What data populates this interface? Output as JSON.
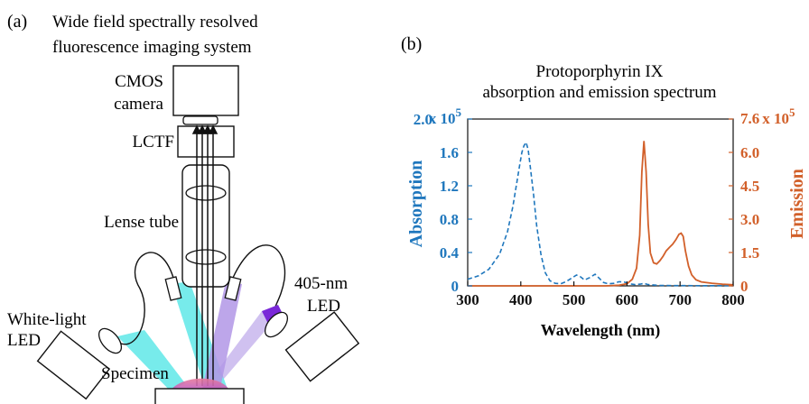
{
  "panel_a": {
    "label": "(a)",
    "title_line1": "Wide field spectrally resolved",
    "title_line2": "fluorescence imaging system",
    "camera_label_line1": "CMOS",
    "camera_label_line2": "camera",
    "filter_label": "LCTF",
    "tube_label": "Lense tube",
    "led_right_line1": "405-nm",
    "led_right_line2": "LED",
    "led_left_line1": "White-light",
    "led_left_line2": "LED",
    "specimen_label": "Specimen",
    "colors": {
      "white_beam": "#5fe8e8",
      "violet_beam": "#b197e6",
      "violet_led": "#7a28d8",
      "specimen": "#e0607a"
    }
  },
  "panel_b": {
    "label": "(b)",
    "colors": {
      "absorption": "#1f77bd",
      "emission": "#d2602a"
    }
  },
  "chart_data": {
    "type": "line",
    "title": "Protoporphyrin IX\nabsorption and emission spectrum",
    "title_line1": "Protoporphyrin IX",
    "title_line2": "absorption and emission spectrum",
    "xlabel": "Wavelength (nm)",
    "ylabel_left": "Absorption",
    "ylabel_right": "Emission",
    "xlim": [
      300,
      800
    ],
    "ylim_left": [
      0,
      200000
    ],
    "ylim_right": [
      0,
      760000
    ],
    "x_ticks": [
      "300",
      "400",
      "500",
      "600",
      "700",
      "800"
    ],
    "y_ticks_left": [
      "0",
      "0.4",
      "0.8",
      "1.2",
      "1.6",
      "2.0"
    ],
    "y_ticks_right": [
      "0",
      "1.5",
      "3.0",
      "4.5",
      "6.0",
      "7.6"
    ],
    "axis_multiplier": "x 10",
    "axis_exponent": "5",
    "series": [
      {
        "axis": "left",
        "style": "dashed",
        "x": [
          300,
          320,
          340,
          360,
          375,
          385,
          392,
          398,
          402,
          406,
          410,
          414,
          418,
          424,
          430,
          438,
          446,
          455,
          465,
          475,
          485,
          495,
          505,
          512,
          520,
          530,
          540,
          548,
          556,
          565,
          575,
          585,
          595,
          605,
          615,
          625,
          632,
          640,
          660,
          700,
          750,
          800
        ],
        "values": [
          8000,
          12000,
          20000,
          38000,
          65000,
          95000,
          122000,
          145000,
          160000,
          168000,
          172000,
          163000,
          142000,
          110000,
          72000,
          38000,
          16000,
          6000,
          3000,
          2500,
          5000,
          9000,
          13000,
          11000,
          7000,
          10000,
          14000,
          9000,
          4000,
          2500,
          3000,
          5000,
          4500,
          2500,
          1500,
          2000,
          3000,
          1500,
          500,
          300,
          200,
          100
        ]
      },
      {
        "axis": "right",
        "style": "solid",
        "x": [
          300,
          400,
          500,
          560,
          585,
          600,
          610,
          618,
          624,
          628,
          632,
          636,
          640,
          644,
          650,
          656,
          662,
          668,
          674,
          680,
          686,
          692,
          698,
          702,
          706,
          710,
          716,
          722,
          730,
          740,
          760,
          780,
          800
        ],
        "values": [
          0,
          0,
          0,
          0,
          3000,
          10000,
          30000,
          80000,
          230000,
          520000,
          660000,
          520000,
          280000,
          150000,
          105000,
          100000,
          115000,
          135000,
          160000,
          175000,
          190000,
          210000,
          235000,
          240000,
          225000,
          160000,
          90000,
          50000,
          28000,
          18000,
          12000,
          8000,
          5000
        ]
      }
    ],
    "grid": false
  }
}
